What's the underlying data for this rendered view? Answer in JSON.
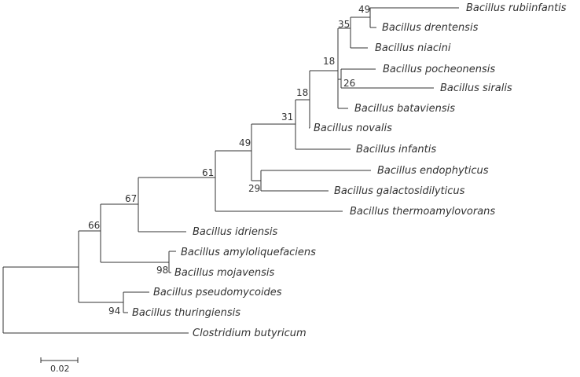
{
  "tree": {
    "taxa": {
      "rubiinfantis": "Bacillus rubiinfantis",
      "drentensis": "Bacillus drentensis",
      "niacini": "Bacillus niacini",
      "pocheonensis": "Bacillus pocheonensis",
      "siralis": "Bacillus siralis",
      "bataviensis": "Bacillus bataviensis",
      "novalis": "Bacillus novalis",
      "infantis": "Bacillus infantis",
      "endophyticus": "Bacillus endophyticus",
      "galactosidilyticus": "Bacillus galactosidilyticus",
      "thermoamylovorans": "Bacillus thermoamylovorans",
      "idriensis": "Bacillus idriensis",
      "amyloliquefaciens": "Bacillus amyloliquefaciens",
      "mojavensis": "Bacillus mojavensis",
      "pseudomycoides": "Bacillus pseudomycoides",
      "thuringiensis": "Bacillus thuringiensis",
      "butyricum": "Clostridium butyricum"
    },
    "bootstrap": {
      "b49top": "49",
      "b35": "35",
      "b18a": "18",
      "b26": "26",
      "b18b": "18",
      "b31": "31",
      "b49": "49",
      "b29": "29",
      "b61": "61",
      "b67": "67",
      "b66": "66",
      "b98": "98",
      "b94": "94"
    },
    "scale": {
      "label": "0.02"
    }
  }
}
